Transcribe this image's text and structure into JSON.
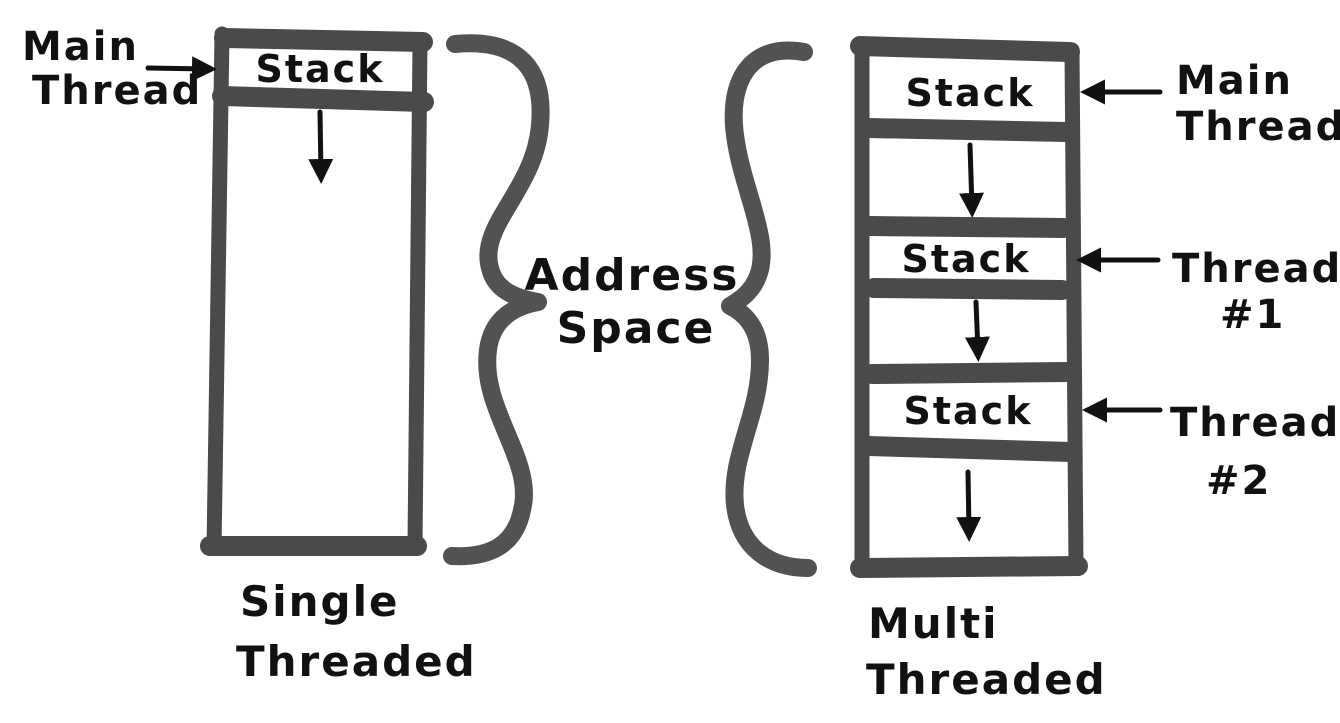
{
  "single_threaded": {
    "stack_label": "Stack",
    "thread_label_line1": "Main",
    "thread_label_line2": "Thread",
    "caption_line1": "Single",
    "caption_line2": "Threaded"
  },
  "center": {
    "line1": "Address",
    "line2": "Space"
  },
  "multi_threaded": {
    "stacks": [
      {
        "stack_label": "Stack",
        "thread_line1": "Main",
        "thread_line2": "Thread"
      },
      {
        "stack_label": "Stack",
        "thread_line1": "Thread",
        "thread_line2": "#1"
      },
      {
        "stack_label": "Stack",
        "thread_line1": "Thread",
        "thread_line2": "#2"
      }
    ],
    "caption_line1": "Multi",
    "caption_line2": "Threaded"
  }
}
